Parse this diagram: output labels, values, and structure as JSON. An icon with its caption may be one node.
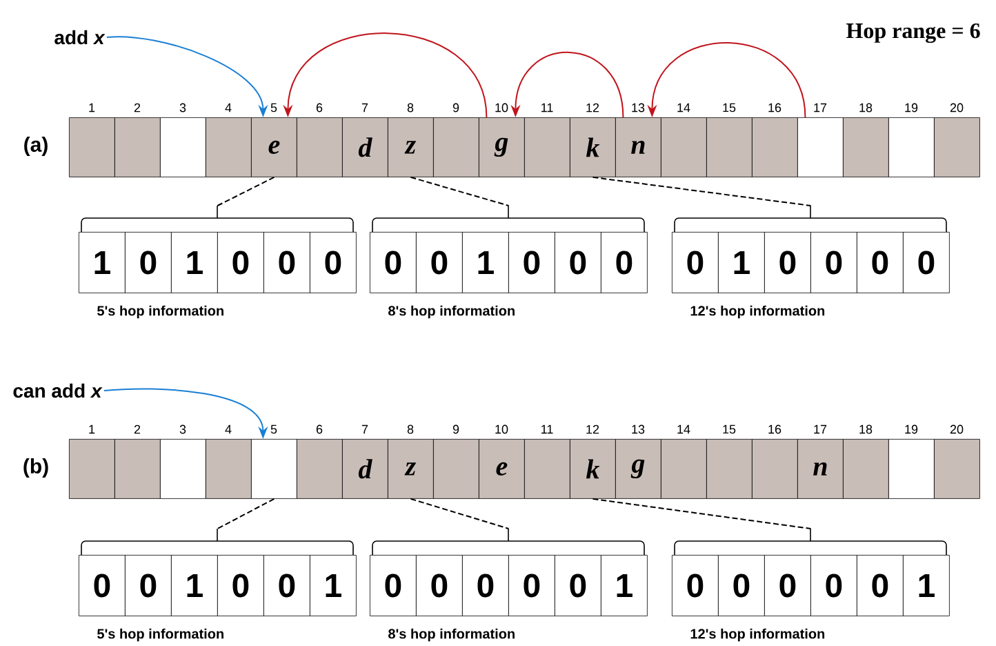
{
  "diagram": {
    "nodes": [
      {
        "text": [
          "add *x*"
        ]
      },
      {
        "text": [],
        "shape": "box"
      },
      {
        "text": [],
        "shape": "box"
      },
      {
        "text": [],
        "shape": "box"
      },
      {
        "text": [],
        "shape": "box"
      },
      {
        "text": [
          "e"
        ]
      },
      {
        "text": [],
        "shape": "box"
      },
      {
        "text": [
          "d"
        ]
      },
      {
        "text": [
          "z"
        ]
      },
      {
        "text": [],
        "shape": "box"
      },
      {
        "text": [
          "g"
        ]
      },
      {
        "text": [],
        "shape": "box"
      },
      {
        "text": [
          "k"
        ]
      },
      {
        "text": [
          "n"
        ]
      },
      {
        "text": [],
        "shape": "box"
      },
      {
        "text": [],
        "shape": "box"
      },
      {
        "text": [],
        "shape": "box"
      },
      {
        "text": [],
        "shape": "box"
      },
      {
        "text": [],
        "shape": "box"
      },
      {
        "text": [],
        "shape": "box"
      },
      {
        "text": [],
        "shape": "box"
      },
      {
        "text": [],
        "shape": "bracket",
        "beside": [
          "5's hop information"
        ]
      },
      {
        "text": [
          "1"
        ],
        "in": 21
      },
      {
        "text": [
          "0"
        ],
        "in": 21
      },
      {
        "text": [
          "1"
        ],
        "in": 21
      },
      {
        "text": [
          "0"
        ],
        "in": 21
      },
      {
        "text": [
          "0"
        ],
        "in": 21
      },
      {
        "text": [
          "0"
        ],
        "in": 21
      },
      {
        "text": [],
        "shape": "bracket",
        "beside": [
          "8's hop information"
        ]
      },
      {
        "text": [
          "0"
        ],
        "in": 28
      },
      {
        "text": [
          "0"
        ],
        "in": 28
      },
      {
        "text": [
          "1"
        ],
        "in": 28
      },
      {
        "text": [
          "0"
        ],
        "in": 28
      },
      {
        "text": [
          "0"
        ],
        "in": 28
      },
      {
        "text": [
          "0"
        ],
        "in": 28
      },
      {
        "text": [],
        "shape": "bracket",
        "beside": [
          "12's hop information"
        ]
      },
      {
        "text": [
          "0"
        ],
        "in": 35
      },
      {
        "text": [
          "1"
        ],
        "in": 35
      },
      {
        "text": [
          "0"
        ],
        "in": 35
      },
      {
        "text": [
          "0"
        ],
        "in": 35
      },
      {
        "text": [
          "0"
        ],
        "in": 35
      },
      {
        "text": [
          "0"
        ],
        "in": 35
      },
      {
        "text": [
          "can add *x*"
        ]
      },
      {
        "text": [],
        "shape": "box"
      },
      {
        "text": [],
        "shape": "box"
      },
      {
        "text": [],
        "shape": "box"
      },
      {
        "text": [],
        "shape": "box"
      },
      {
        "text": [],
        "shape": "box"
      },
      {
        "text": [],
        "shape": "box"
      },
      {
        "text": [
          "d"
        ]
      },
      {
        "text": [
          "z"
        ]
      },
      {
        "text": [],
        "shape": "box"
      },
      {
        "text": [
          "e"
        ]
      },
      {
        "text": [],
        "shape": "box"
      },
      {
        "text": [
          "k"
        ]
      },
      {
        "text": [
          "g"
        ]
      },
      {
        "text": [],
        "shape": "box"
      },
      {
        "text": [],
        "shape": "box"
      },
      {
        "text": [],
        "shape": "box"
      },
      {
        "text": [
          "n"
        ]
      },
      {
        "text": [],
        "shape": "box"
      },
      {
        "text": [],
        "shape": "box"
      },
      {
        "text": [],
        "shape": "box"
      },
      {
        "text": [],
        "shape": "bracket",
        "beside": [
          "5's hop information"
        ]
      },
      {
        "text": [
          "0"
        ],
        "in": 63
      },
      {
        "text": [
          "0"
        ],
        "in": 63
      },
      {
        "text": [
          "1"
        ],
        "in": 63
      },
      {
        "text": [
          "0"
        ],
        "in": 63
      },
      {
        "text": [
          "0"
        ],
        "in": 63
      },
      {
        "text": [
          "1"
        ],
        "in": 63
      },
      {
        "text": [],
        "shape": "bracket",
        "beside": [
          "8's hop information"
        ]
      },
      {
        "text": [
          "0"
        ],
        "in": 70
      },
      {
        "text": [
          "0"
        ],
        "in": 70
      },
      {
        "text": [
          "0"
        ],
        "in": 70
      },
      {
        "text": [
          "0"
        ],
        "in": 70
      },
      {
        "text": [
          "0"
        ],
        "in": 70
      },
      {
        "text": [
          "1"
        ],
        "in": 70
      },
      {
        "text": [],
        "shape": "bracket",
        "beside": [
          "12's hop information"
        ]
      },
      {
        "text": [
          "0"
        ],
        "in": 77
      },
      {
        "text": [
          "0"
        ],
        "in": 77
      },
      {
        "text": [
          "0"
        ],
        "in": 77
      },
      {
        "text": [
          "0"
        ],
        "in": 77
      },
      {
        "text": [
          "0"
        ],
        "in": 77
      },
      {
        "text": [
          "1"
        ],
        "in": 77
      }
    ],
    "edges": [
      {
        "from": 0,
        "to": 5,
        "arrow": "to",
        "color": "#1a7fd4"
      },
      {
        "from": 10,
        "to": 5,
        "arrow": "to",
        "color": "#c0141c"
      },
      {
        "from": 13,
        "to": 10,
        "arrow": "to",
        "color": "#c0141c"
      },
      {
        "from": 17,
        "to": 13,
        "arrow": "to",
        "color": "#c0141c"
      },
      {
        "from": 5,
        "to": 21,
        "arrow": "none",
        "style": "dashed"
      },
      {
        "from": 8,
        "to": 28,
        "arrow": "none",
        "style": "dashed"
      },
      {
        "from": 12,
        "to": 35,
        "arrow": "none",
        "style": "dashed"
      },
      {
        "from": 42,
        "to": 47,
        "arrow": "to",
        "color": "#1a7fd4"
      },
      {
        "from": 47,
        "to": 63,
        "arrow": "none",
        "style": "dashed"
      },
      {
        "from": 50,
        "to": 70,
        "arrow": "none",
        "style": "dashed"
      },
      {
        "from": 54,
        "to": 77,
        "arrow": "none",
        "style": "dashed"
      }
    ],
    "labels": [
      "Hop range = 6",
      "1",
      "2",
      "3",
      "4",
      "5",
      "6",
      "7",
      "8",
      "9",
      "10",
      "11",
      "12",
      "13",
      "14",
      "15",
      "16",
      "17",
      "18",
      "19",
      "20",
      "(a)",
      "1",
      "2",
      "3",
      "4",
      "5",
      "6",
      "7",
      "8",
      "9",
      "10",
      "11",
      "12",
      "13",
      "14",
      "15",
      "16",
      "17",
      "18",
      "19",
      "20",
      "(b)"
    ]
  }
}
